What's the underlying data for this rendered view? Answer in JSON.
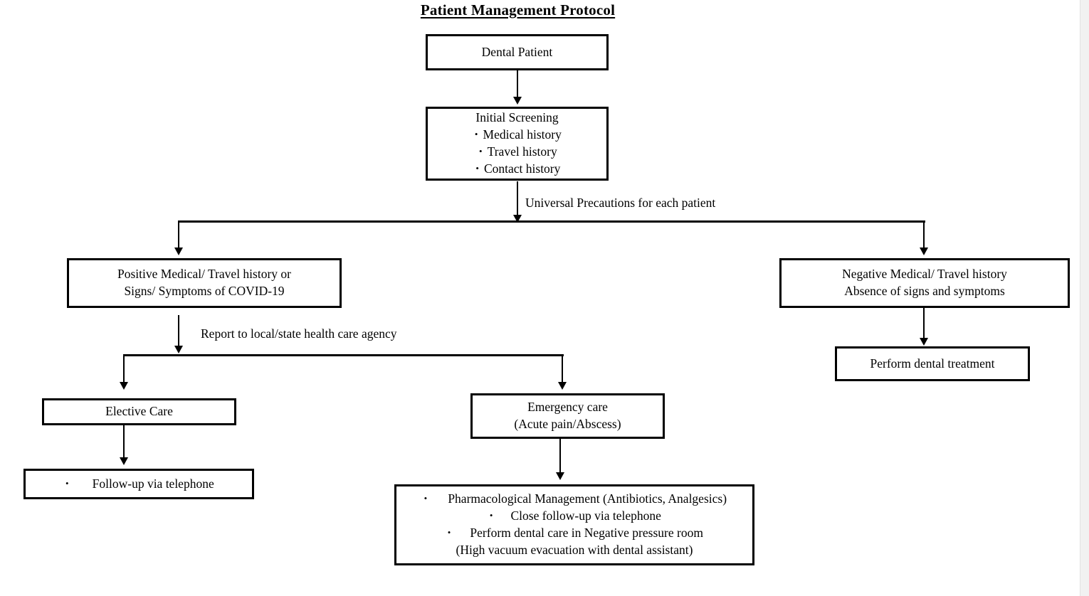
{
  "document": {
    "title": "Patient Management Protocol"
  },
  "nodes": {
    "dental_patient": {
      "label": "Dental Patient"
    },
    "initial_screening": {
      "heading": "Initial Screening",
      "items": [
        "Medical history",
        "Travel history",
        "Contact history"
      ]
    },
    "positive_history": {
      "line1": "Positive Medical/ Travel history or",
      "line2": "Signs/ Symptoms of COVID-19"
    },
    "negative_history": {
      "line1": "Negative Medical/ Travel history",
      "line2": "Absence of signs and symptoms"
    },
    "perform_dental_treatment": {
      "label": "Perform dental treatment"
    },
    "elective_care": {
      "label": "Elective Care"
    },
    "emergency_care": {
      "line1": "Emergency care",
      "line2": "(Acute pain/Abscess)"
    },
    "elective_followup": {
      "items": [
        "Follow-up via telephone"
      ]
    },
    "emergency_management": {
      "items": [
        "Pharmacological Management (Antibiotics, Analgesics)",
        "Close follow-up via telephone",
        "Perform dental care in Negative pressure room"
      ],
      "continuation": "(High vacuum evacuation with dental assistant)"
    }
  },
  "edges": {
    "universal_precautions": "Universal Precautions for each patient",
    "report_agency": "Report to local/state health care agency"
  },
  "style": {
    "bullet_glyph": "•",
    "ink_color": "#000000",
    "paper_color": "#ffffff"
  }
}
